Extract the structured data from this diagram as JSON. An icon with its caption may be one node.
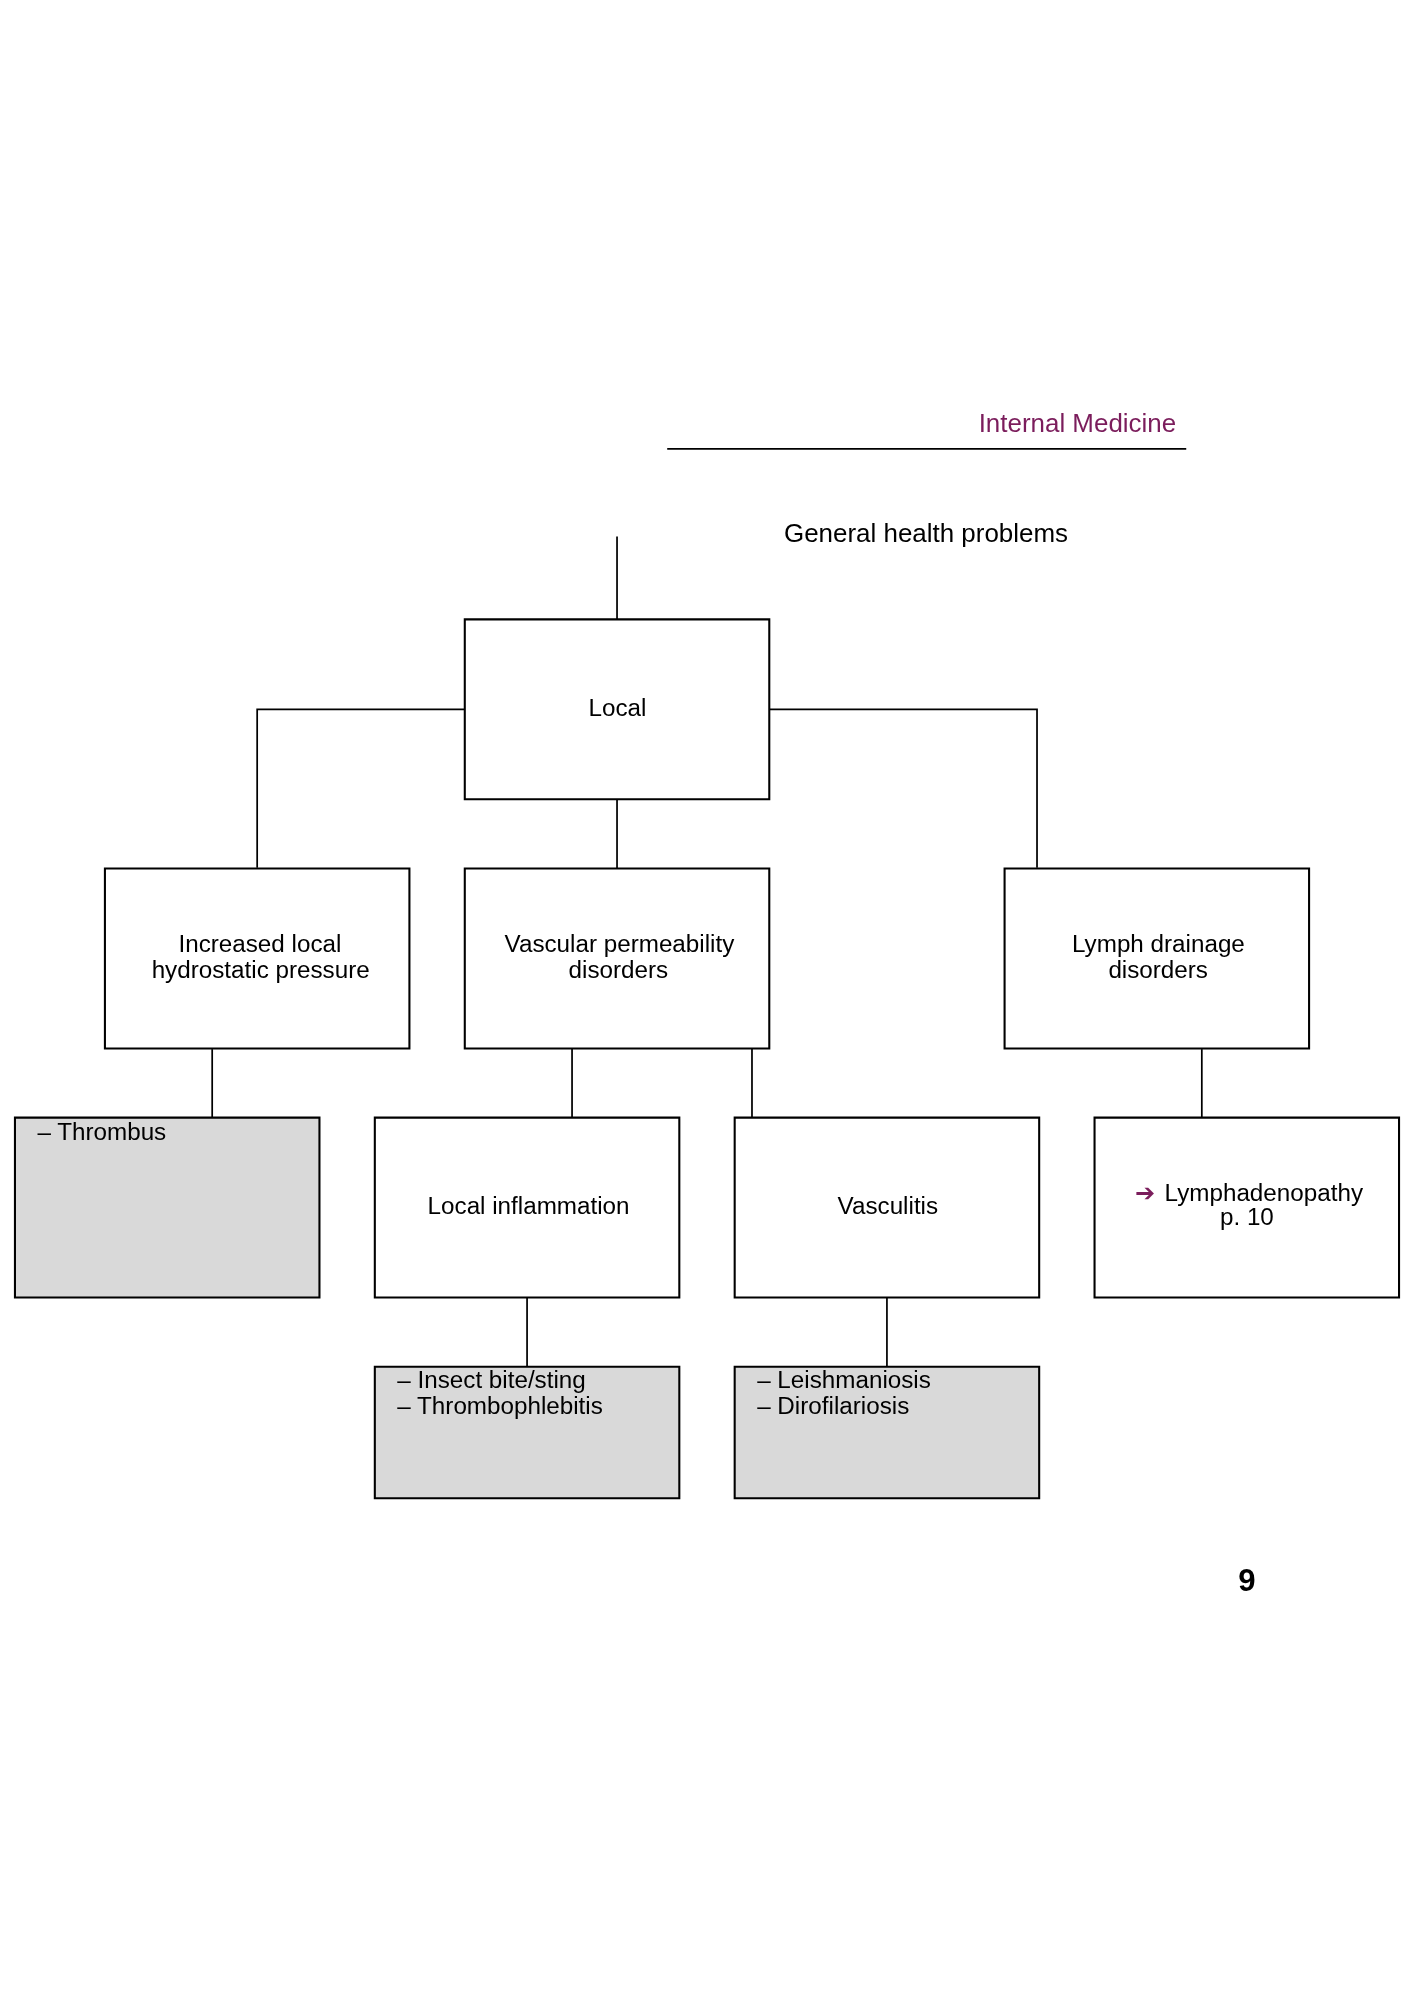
{
  "diagram": {
    "nodes": [
      {
        "text": [
          "Local"
        ]
      },
      {
        "text": [
          "Increased local hydrostatic pressure"
        ]
      },
      {
        "text": [
          "Vascular permeability disorders"
        ]
      },
      {
        "text": [
          "Lymph drainage disorders"
        ]
      },
      {
        "text": [
          "– Thrombus"
        ]
      },
      {
        "text": [
          "Local inflammation"
        ]
      },
      {
        "text": [
          "Vasculitis"
        ]
      },
      {
        "text": [
          "➔ Lymphadenopathy p. 10"
        ]
      },
      {
        "text": [
          "– Insect bite/sting",
          "– Thrombophlebitis"
        ]
      },
      {
        "text": [
          "– Leishmaniosis",
          "– Dirofilariosis"
        ]
      }
    ],
    "edges": [
      {
        "from": null,
        "to": 0,
        "arrow": "none"
      },
      {
        "from": 0,
        "to": 1,
        "arrow": "none"
      },
      {
        "from": 0,
        "to": 2,
        "arrow": "none"
      },
      {
        "from": 0,
        "to": 3,
        "arrow": "none"
      },
      {
        "from": 1,
        "to": 4,
        "arrow": "none"
      },
      {
        "from": 2,
        "to": 5,
        "arrow": "none"
      },
      {
        "from": 2,
        "to": 6,
        "arrow": "none"
      },
      {
        "from": 3,
        "to": 7,
        "arrow": "none"
      },
      {
        "from": 5,
        "to": 8,
        "arrow": "none"
      },
      {
        "from": 6,
        "to": 9,
        "arrow": "none"
      }
    ],
    "labels": [
      "Internal Medicine",
      "General health problems",
      "9"
    ]
  }
}
